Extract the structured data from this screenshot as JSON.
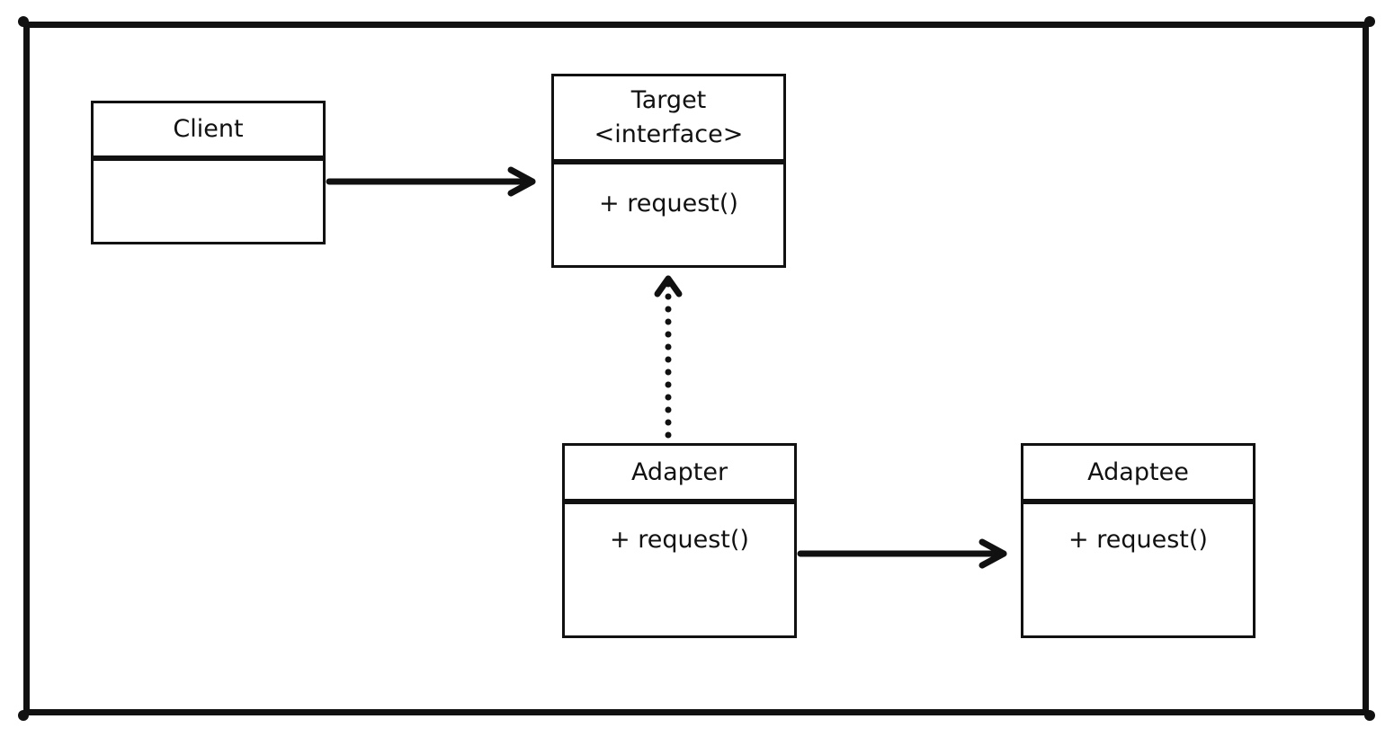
{
  "classes": {
    "client": {
      "name": "Client",
      "stereotype": "",
      "method": ""
    },
    "target": {
      "name": "Target",
      "stereotype": "<interface>",
      "method": "+ request()"
    },
    "adapter": {
      "name": "Adapter",
      "stereotype": "",
      "method": "+ request()"
    },
    "adaptee": {
      "name": "Adaptee",
      "stereotype": "",
      "method": "+ request()"
    }
  },
  "relations": [
    {
      "from": "Client",
      "to": "Target",
      "style": "solid-association"
    },
    {
      "from": "Adapter",
      "to": "Target",
      "style": "dotted-realization"
    },
    {
      "from": "Adapter",
      "to": "Adaptee",
      "style": "solid-association"
    }
  ],
  "colors": {
    "stroke": "#111111",
    "background": "#ffffff"
  }
}
